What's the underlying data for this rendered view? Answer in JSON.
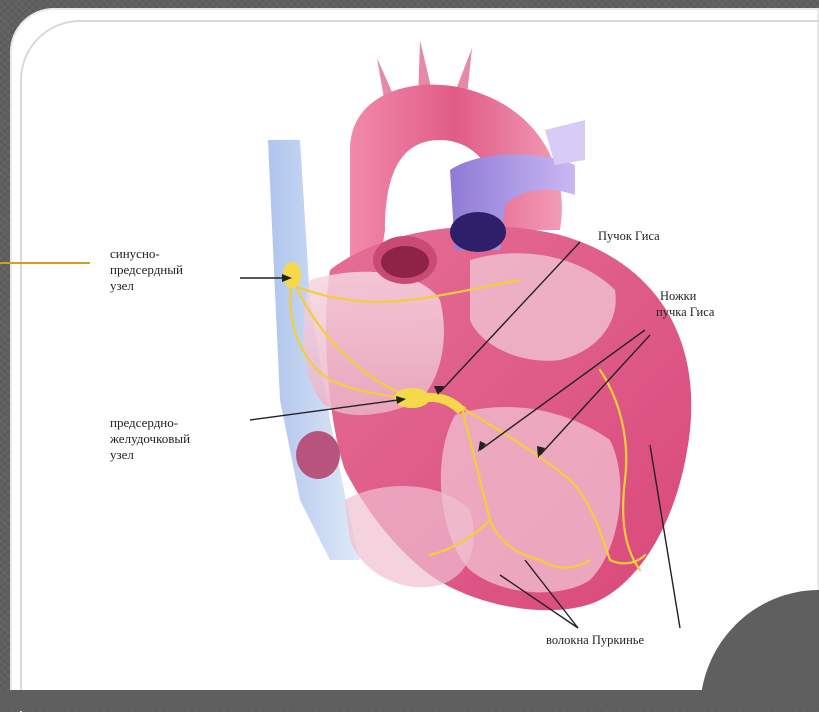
{
  "labels": {
    "sa_node": [
      "синусно-",
      "предсердный",
      "узел"
    ],
    "av_node": [
      "предсердно-",
      "желудочковый",
      "узел"
    ],
    "his_bundle": "Пучок Гиса",
    "bundle_branches": [
      "Ножки",
      "пучка Гиса"
    ],
    "purkinje_fibers": "волокна Пуркинье"
  },
  "colors": {
    "background": "#5f5f5f",
    "slide": "#ffffff",
    "accent": "#c9a227",
    "conduction": "#f2cf3a"
  }
}
